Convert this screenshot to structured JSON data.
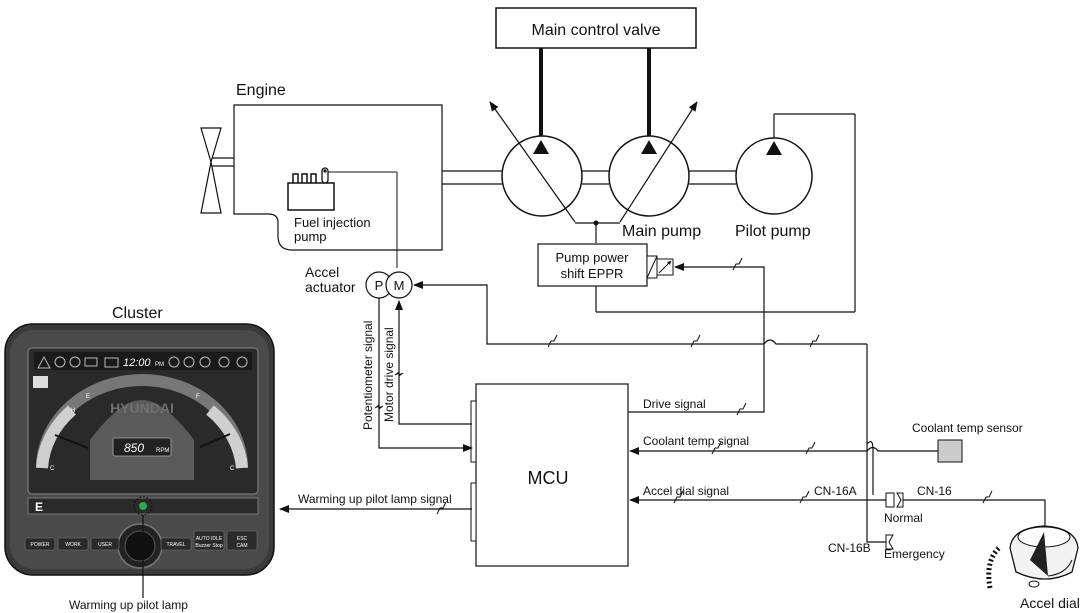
{
  "labels": {
    "main_control_valve": "Main control valve",
    "engine": "Engine",
    "fuel_injection_pump_1": "Fuel injection",
    "fuel_injection_pump_2": "pump",
    "main_pump": "Main pump",
    "pilot_pump": "Pilot pump",
    "pump_power_1": "Pump power",
    "pump_power_2": "shift EPPR",
    "accel_actuator_1": "Accel",
    "accel_actuator_2": "actuator",
    "actuator_p": "P",
    "actuator_m": "M",
    "potentiometer_signal": "Potentiometer signal",
    "motor_drive_signal": "Motor drive signal",
    "mcu": "MCU",
    "drive_signal": "Drive signal",
    "coolant_temp_signal": "Coolant temp signal",
    "coolant_temp_sensor": "Coolant temp sensor",
    "accel_dial_signal": "Accel dial signal",
    "cn16a": "CN-16A",
    "cn16": "CN-16",
    "cn16b": "CN-16B",
    "normal": "Normal",
    "emergency": "Emergency",
    "warming_lamp_signal": "Warming up pilot lamp signal",
    "cluster": "Cluster",
    "warming_lamp": "Warming up pilot lamp",
    "accel_dial": "Accel dial"
  },
  "cluster_panel": {
    "clock": "12:00",
    "clock_suffix": "PM",
    "brand": "HYUNDAI",
    "rpm_value": "850",
    "rpm_unit": "RPM",
    "gauge_letters": [
      "H",
      "E",
      "F",
      "C",
      "C"
    ],
    "mode_letter": "E",
    "buttons": [
      "POWER",
      "WORK",
      "USER",
      "TRAVEL",
      "AUTO IDLE",
      "ESC"
    ],
    "button_sublabels": {
      "auto_idle": "Buzzer Stop",
      "esc": "CAM"
    }
  }
}
